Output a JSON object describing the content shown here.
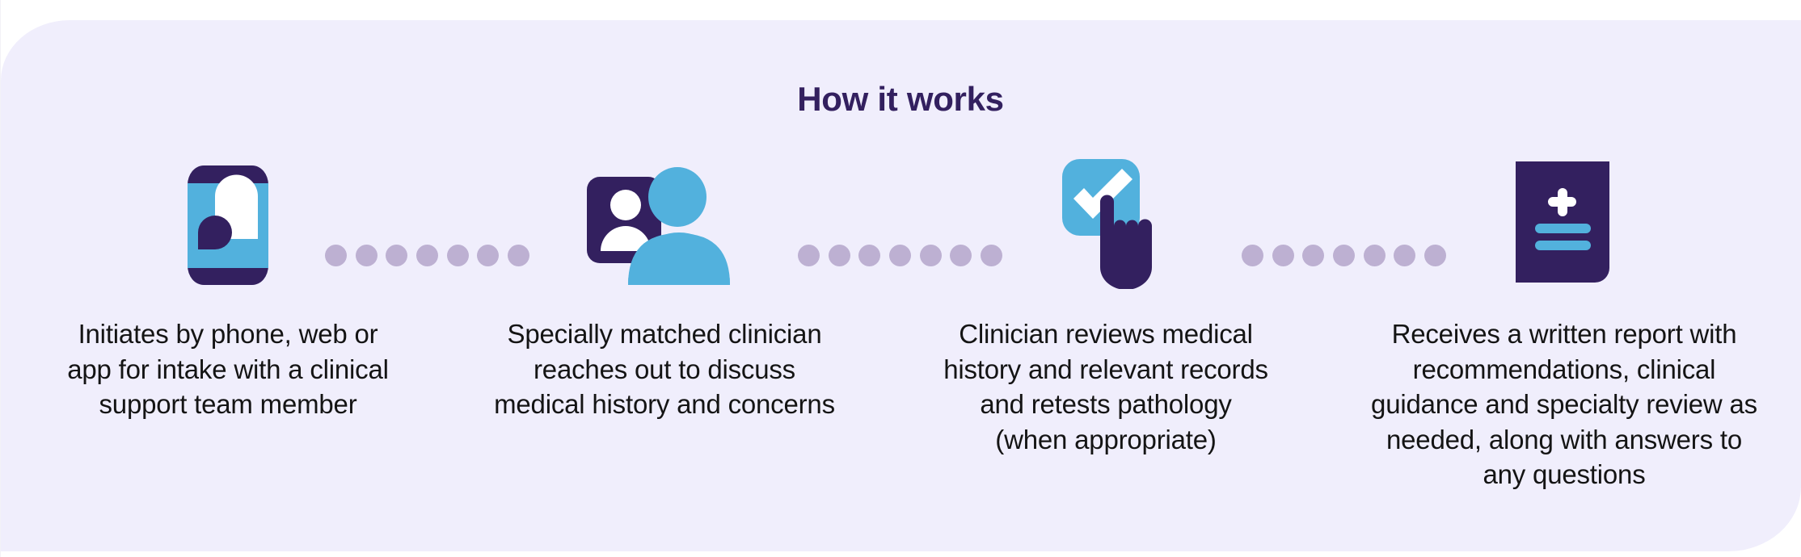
{
  "section": {
    "title": "How it works",
    "colors": {
      "panel_background": "#f0eefc",
      "title": "#33205f",
      "icon_dark": "#33205f",
      "icon_blue": "#52b1dd",
      "connector_dot": "#bdb0d2",
      "body_text": "#141414"
    }
  },
  "steps": [
    {
      "icon": "phone-chat-icon",
      "lines": [
        "Initiates by phone, web or",
        "app for intake with a clinical",
        "support team member"
      ]
    },
    {
      "icon": "clinician-match-icon",
      "lines": [
        "Specially matched clinician",
        "reaches out to discuss",
        "medical history and concerns"
      ]
    },
    {
      "icon": "checkbox-tap-icon",
      "lines": [
        "Clinician reviews medical",
        "history and relevant records",
        "and retests pathology",
        "(when appropriate)"
      ]
    },
    {
      "icon": "medical-report-icon",
      "lines": [
        "Receives a written report with",
        "recommendations, clinical",
        "guidance and specialty review as",
        "needed, along with answers to",
        "any questions"
      ]
    }
  ],
  "connectors": [
    {
      "dot_count": 7
    },
    {
      "dot_count": 7
    },
    {
      "dot_count": 7
    }
  ]
}
